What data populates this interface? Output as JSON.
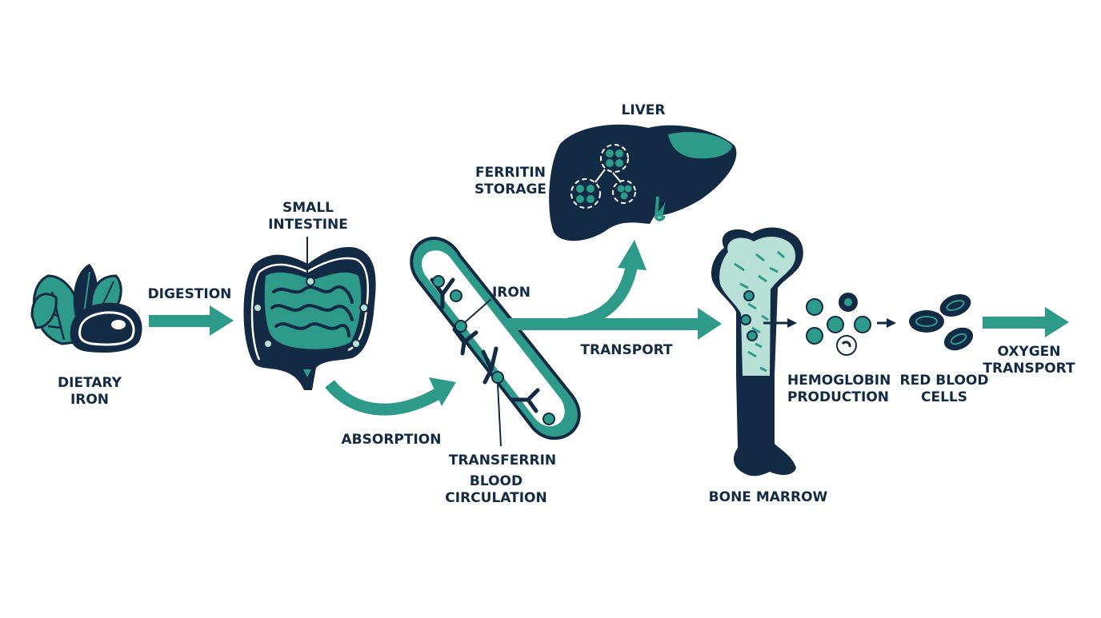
{
  "colors": {
    "navy": "#132a45",
    "teal": "#2e9b8a",
    "teal_light": "#b9e0d6",
    "white": "#ffffff"
  },
  "icons": [
    "leafy-greens-icon",
    "meat-steak-icon",
    "small-intestine-icon",
    "blood-vessel-icon",
    "transferrin-molecule-icon",
    "iron-particle-icon",
    "liver-icon",
    "ferritin-cluster-icon",
    "bone-icon",
    "blood-cell-icon",
    "red-blood-cell-icon",
    "arrow-icon"
  ],
  "labels": {
    "dietary_iron": [
      "DIETARY",
      "IRON"
    ],
    "digestion": "DIGESTION",
    "small_intestine": [
      "SMALL",
      "INTESTINE"
    ],
    "absorption": "ABSORPTION",
    "iron": "IRON",
    "transferrin": "TRANSFERRIN",
    "blood_circulation": [
      "BLOOD",
      "CIRCULATION"
    ],
    "liver": "LIVER",
    "ferritin_storage": [
      "FERRITIN",
      "STORAGE"
    ],
    "transport": "TRANSPORT",
    "bone_marrow": "BONE MARROW",
    "hemoglobin_production": [
      "HEMOGLOBIN",
      "PRODUCTION"
    ],
    "red_blood_cells": [
      "RED BLOOD",
      "CELLS"
    ],
    "oxygen_transport": [
      "OXYGEN",
      "TRANSPORT"
    ]
  }
}
